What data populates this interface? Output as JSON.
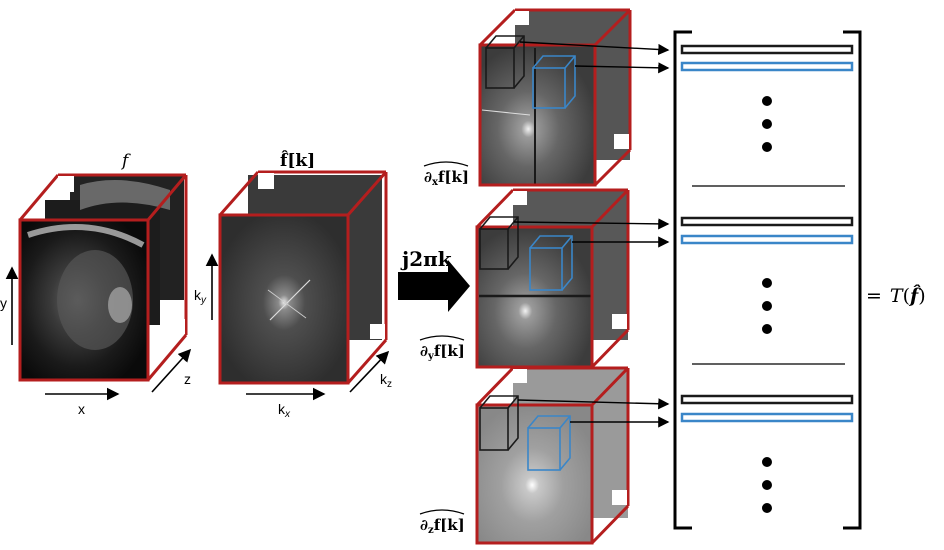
{
  "volumes": {
    "image": {
      "label": "f",
      "axis_x": "x",
      "axis_y": "y",
      "axis_z": "z"
    },
    "kspace": {
      "label": "f̂[k]",
      "axis_x": "k",
      "axis_x_sub": "x",
      "axis_y": "k",
      "axis_y_sub": "y",
      "axis_z": "k",
      "axis_z_sub": "z"
    }
  },
  "operator": {
    "label": "j2πk"
  },
  "derivatives": [
    {
      "label": "∂̂xf[k]",
      "base": "∂",
      "sub": "x",
      "rest": "f[k]"
    },
    {
      "label": "∂̂yf[k]",
      "base": "∂",
      "sub": "y",
      "rest": "f[k]"
    },
    {
      "label": "∂̂zf[k]",
      "base": "∂",
      "sub": "z",
      "rest": "f[k]"
    }
  ],
  "result": {
    "label": "= T(f̂)",
    "eq": "=",
    "op": "T",
    "arg": "f̂"
  },
  "colors": {
    "frame": "#b41e1e",
    "patch_black": "#1a1a1a",
    "patch_blue": "#3a86c8",
    "arrow": "#000000"
  }
}
